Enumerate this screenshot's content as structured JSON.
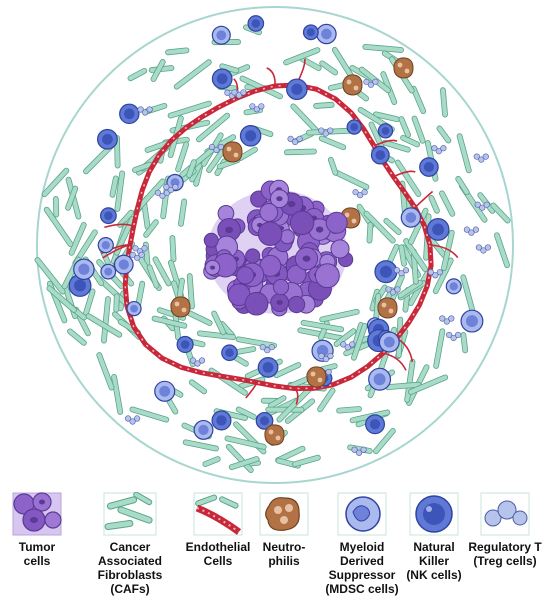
{
  "colors": {
    "tumor": "#8e63c9",
    "tumor_dark": "#5a3a94",
    "caf": "#a9dcc8",
    "caf_stroke": "#5aa489",
    "vessel": "#c8283a",
    "neutrophil": "#b37246",
    "immune": "#5f79d6",
    "immune_dark": "#2f43a0",
    "treg": "#b6c3ea",
    "ring": "#a7d6cf"
  },
  "legend": [
    {
      "key": "tumor",
      "icon": "tumor-cells-icon",
      "label": "Tumor\ncells"
    },
    {
      "key": "caf",
      "icon": "fibroblast-icon",
      "label": "Cancer\nAssociated\nFibroblasts\n(CAFs)"
    },
    {
      "key": "endothelial",
      "icon": "endothelial-icon",
      "label": "Endothelial\nCells"
    },
    {
      "key": "neutrophil",
      "icon": "neutrophil-icon",
      "label": "Neutro-\nphilis"
    },
    {
      "key": "mdsc",
      "icon": "mdsc-icon",
      "label": "Myeloid\nDerived\nSuppressor\n(MDSC cells)"
    },
    {
      "key": "nk",
      "icon": "nk-cell-icon",
      "label": "Natural\nKiller\n(NK cells)"
    },
    {
      "key": "treg",
      "icon": "treg-icon",
      "label": "Regulatory T\n(Treg cells)"
    }
  ]
}
